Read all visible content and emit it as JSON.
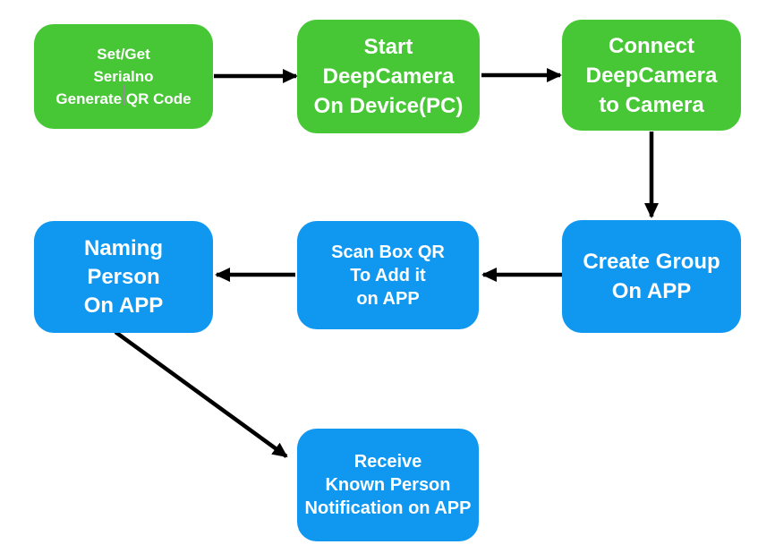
{
  "diagram": {
    "background": "#ffffff",
    "colors": {
      "green_node": "#47C735",
      "blue_node": "#1097F0",
      "arrow": "#000000",
      "node_text": "#ffffff"
    },
    "nodes": [
      {
        "id": "serialno-qr",
        "fill": "green",
        "lines": [
          "Set/Get",
          "Serialno",
          "Generate QR Code"
        ]
      },
      {
        "id": "start-deepcamera",
        "fill": "green",
        "lines": [
          "Start",
          "DeepCamera",
          "On Device(PC)"
        ]
      },
      {
        "id": "connect-deepcamera",
        "fill": "green",
        "lines": [
          "Connect",
          "DeepCamera",
          "to Camera"
        ]
      },
      {
        "id": "create-group",
        "fill": "blue",
        "lines": [
          "Create Group",
          "On APP"
        ]
      },
      {
        "id": "scan-box-qr",
        "fill": "blue",
        "lines": [
          "Scan Box QR",
          "To Add it",
          "on APP"
        ]
      },
      {
        "id": "naming-person",
        "fill": "blue",
        "lines": [
          "Naming",
          "Person",
          "On APP"
        ]
      },
      {
        "id": "receive-notification",
        "fill": "blue",
        "lines": [
          "Receive",
          "Known Person",
          "Notification on APP"
        ]
      }
    ],
    "edges": [
      {
        "from": "serialno-qr",
        "to": "start-deepcamera",
        "direction": "right"
      },
      {
        "from": "start-deepcamera",
        "to": "connect-deepcamera",
        "direction": "right"
      },
      {
        "from": "connect-deepcamera",
        "to": "create-group",
        "direction": "down"
      },
      {
        "from": "create-group",
        "to": "scan-box-qr",
        "direction": "left"
      },
      {
        "from": "scan-box-qr",
        "to": "naming-person",
        "direction": "left"
      },
      {
        "from": "naming-person",
        "to": "receive-notification",
        "direction": "down-right"
      }
    ],
    "icons": {
      "text_cursor": "thin-vertical-caret"
    }
  }
}
